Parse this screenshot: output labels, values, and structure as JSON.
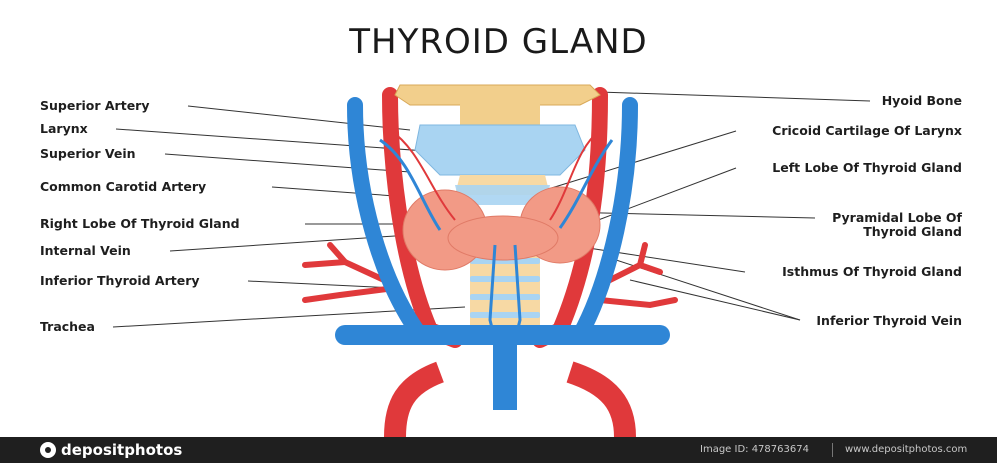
{
  "title": "THYROID GLAND",
  "labels_left": {
    "superior_artery": "Superior Artery",
    "larynx": "Larynx",
    "superior_vein": "Superior Vein",
    "common_carotid": "Common Carotid Artery",
    "right_lobe": "Right Lobe Of Thyroid Gland",
    "internal_vein": "Internal Vein",
    "inferior_artery": "Inferior Thyroid Artery",
    "trachea": "Trachea"
  },
  "labels_right": {
    "hyoid": "Hyoid Bone",
    "cricoid": "Cricoid Cartilage Of Larynx",
    "left_lobe": "Left Lobe Of Thyroid Gland",
    "pyramidal_1": "Pyramidal Lobe Of",
    "pyramidal_2": "Thyroid Gland",
    "isthmus": "Isthmus Of Thyroid Gland",
    "inferior_vein": "Inferior Thyroid Vein"
  },
  "footer": {
    "brand": "depositphotos",
    "image_id": "Image ID: 478763674",
    "site": "www.depositphotos.com"
  },
  "colors": {
    "artery": "#e0393b",
    "vein": "#2f86d6",
    "thyroid": "#f29a86",
    "cartilage": "#a9d4f2",
    "bone": "#f2cf8c",
    "trachea": "#f7d9a4"
  }
}
